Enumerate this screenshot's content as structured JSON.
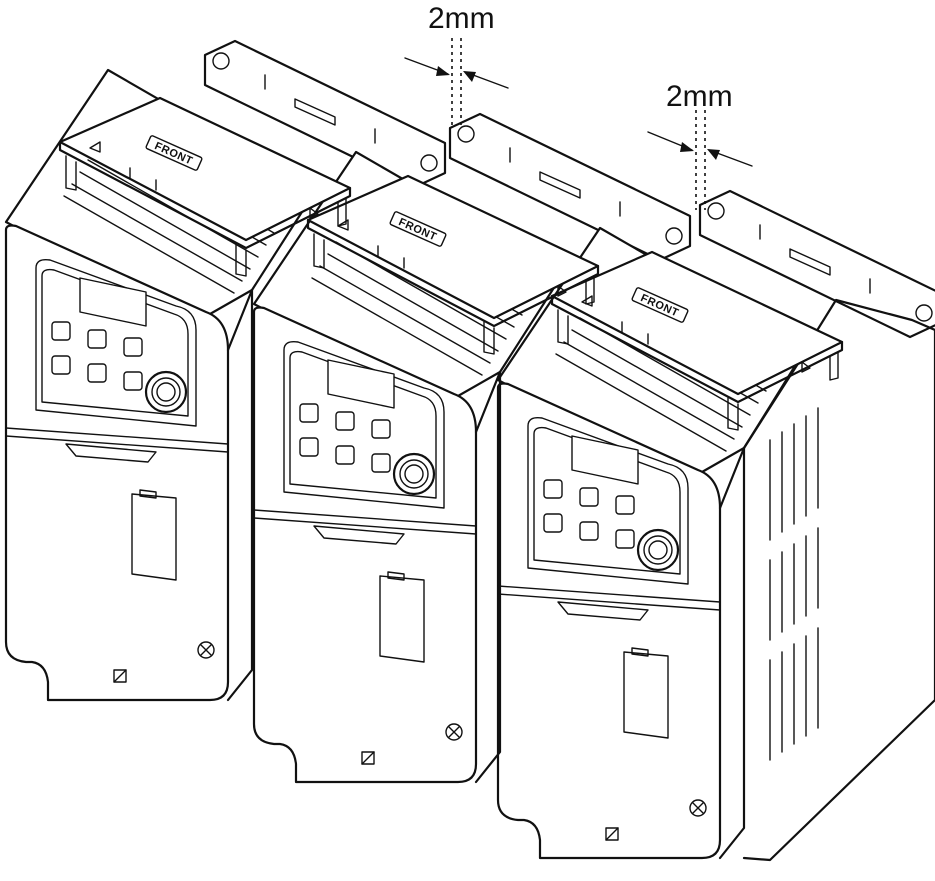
{
  "dimensions": [
    {
      "label": "2mm"
    },
    {
      "label": "2mm"
    }
  ],
  "cover_label": "FRONT",
  "inverters": [
    {
      "id": "left"
    },
    {
      "id": "middle"
    },
    {
      "id": "right"
    }
  ]
}
